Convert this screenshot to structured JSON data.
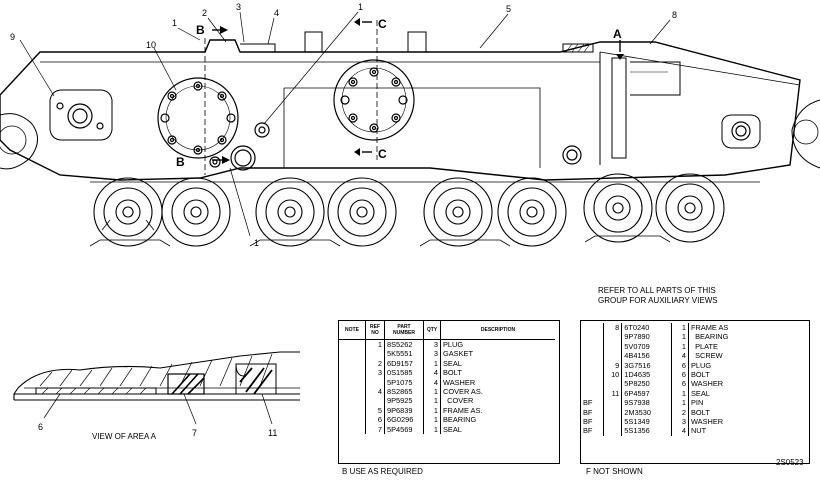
{
  "callouts": {
    "n1_top": "1",
    "n2": "2",
    "n3": "3",
    "n4": "4",
    "n5": "5",
    "n8": "8",
    "n9": "9",
    "n10": "10",
    "n1_mid": "1",
    "n1_bottom": "1",
    "n6": "6",
    "n7": "7",
    "n11": "11",
    "sec_b_top": "B",
    "sec_b_bottom": "B",
    "sec_c_top": "C",
    "sec_c_bottom": "C",
    "area_a": "A"
  },
  "view_label": "VIEW OF AREA A",
  "refer_note": [
    "REFER TO ALL PARTS OF THIS",
    "GROUP FOR AUXILIARY VIEWS"
  ],
  "table1": {
    "headers": [
      "NOTE",
      "REF NO",
      "PART NUMBER",
      "QTY",
      "DESCRIPTION"
    ],
    "rows": [
      {
        "note": "",
        "ref": "1",
        "part": "8S5262",
        "qty": "3",
        "desc": "PLUG"
      },
      {
        "note": "",
        "ref": "",
        "part": "5K5551",
        "qty": "3",
        "desc": "GASKET"
      },
      {
        "note": "",
        "ref": "2",
        "part": "6D9157",
        "qty": "1",
        "desc": "SEAL"
      },
      {
        "note": "",
        "ref": "3",
        "part": "0S1585",
        "qty": "4",
        "desc": "BOLT"
      },
      {
        "note": "",
        "ref": "",
        "part": "5P1075",
        "qty": "4",
        "desc": "WASHER"
      },
      {
        "note": "",
        "ref": "4",
        "part": "8S2865",
        "qty": "1",
        "desc": "COVER AS."
      },
      {
        "note": "",
        "ref": "",
        "part": "9P5925",
        "qty": "1",
        "desc": "  COVER"
      },
      {
        "note": "",
        "ref": "5",
        "part": "9P6839",
        "qty": "1",
        "desc": "FRAME AS."
      },
      {
        "note": "",
        "ref": "6",
        "part": "6G0296",
        "qty": "1",
        "desc": "BEARING"
      },
      {
        "note": "",
        "ref": "7",
        "part": "5P4569",
        "qty": "1",
        "desc": "SEAL"
      }
    ]
  },
  "table2": {
    "rows": [
      {
        "note": "",
        "ref": "8",
        "part": "6T0240",
        "qty": "1",
        "desc": "FRAME AS"
      },
      {
        "note": "",
        "ref": "",
        "part": "9P7890",
        "qty": "1",
        "desc": "  BEARING"
      },
      {
        "note": "",
        "ref": "",
        "part": "5V0709",
        "qty": "1",
        "desc": "  PLATE"
      },
      {
        "note": "",
        "ref": "",
        "part": "4B4156",
        "qty": "4",
        "desc": "  SCREW"
      },
      {
        "note": "",
        "ref": "9",
        "part": "3G7516",
        "qty": "6",
        "desc": "PLUG"
      },
      {
        "note": "",
        "ref": "10",
        "part": "1D4635",
        "qty": "6",
        "desc": "BOLT"
      },
      {
        "note": "",
        "ref": "",
        "part": "5P8250",
        "qty": "6",
        "desc": "WASHER"
      },
      {
        "note": "",
        "ref": "11",
        "part": "6P4597",
        "qty": "1",
        "desc": "SEAL"
      },
      {
        "note": "BF",
        "ref": "",
        "part": "9S7938",
        "qty": "1",
        "desc": "PIN"
      },
      {
        "note": "BF",
        "ref": "",
        "part": "2M3530",
        "qty": "2",
        "desc": "BOLT"
      },
      {
        "note": "BF",
        "ref": "",
        "part": "5S1349",
        "qty": "3",
        "desc": "WASHER"
      },
      {
        "note": "BF",
        "ref": "",
        "part": "5S1356",
        "qty": "4",
        "desc": "NUT"
      }
    ]
  },
  "footnote_b": "B   USE AS REQUIRED",
  "footnote_f": "F   NOT SHOWN",
  "drawing_number": "2S0523"
}
